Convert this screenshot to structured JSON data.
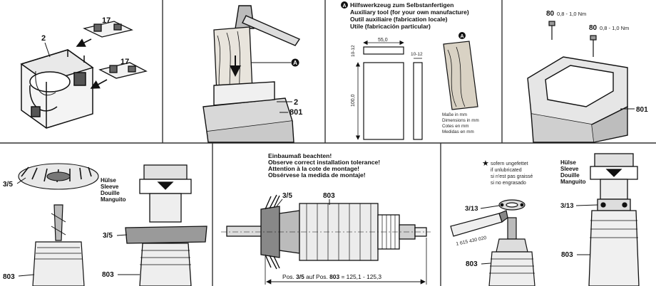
{
  "panels": {
    "stator_removal": {
      "label_stator": "2",
      "label_clip_top": "17",
      "label_clip_bottom": "17"
    },
    "stator_press": {
      "marker": "A",
      "label_stator": "2",
      "label_housing": "801"
    },
    "auxiliary_tool": {
      "marker": "A",
      "title_lines": [
        "Hilfswerkzeug zum Selbstanfertigen",
        "Auxiliary tool (for your own manufacture)",
        "Outil auxiliaire (fabrication locale)",
        "Utile (fabricación particular)"
      ],
      "dim_width": "55,0",
      "dim_thickness_left": "10-12",
      "dim_thickness_right": "10-12",
      "dim_height": "100,0",
      "units_lines": [
        "Maße in mm",
        "Dimensions in mm",
        "Cotes en mm",
        "Medidas en mm"
      ],
      "tool_marker": "A"
    },
    "screws": {
      "screw_1_id": "80",
      "screw_1_torque": "0,8 - 1,0 Nm",
      "screw_2_id": "80",
      "screw_2_torque": "0,8 - 1,0 Nm",
      "label_housing": "801"
    },
    "fan_install": {
      "label_fan_top": "3/5",
      "sleeve_lines": [
        "Hülse",
        "Sleeve",
        "Douille",
        "Manguito"
      ],
      "label_fan_bottom": "3/5",
      "label_armature_left": "803",
      "label_armature_right": "803"
    },
    "tolerance": {
      "title_lines": [
        "Einbaumaß beachten!",
        "Observe correct installation tolerance!",
        "Attention à la cote de montage!",
        "Obsérvese la medida de montaje!"
      ],
      "label_fan": "3/5",
      "label_armature": "803",
      "measure_prefix": "Pos.",
      "measure_pos_1": "3/5",
      "measure_mid": "auf Pos.",
      "measure_pos_2": "803",
      "measure_value": "= 125,1 - 125,3"
    },
    "bearing_install": {
      "star": "★",
      "note_lines": [
        "sofern ungefettet",
        "if unlubricated",
        "si n'est pas graissé",
        "si no engrasado"
      ],
      "label_bearing": "3/13",
      "grease_code": "1 615 430 020",
      "label_armature": "803",
      "sleeve_lines": [
        "Hülse",
        "Sleeve",
        "Douille",
        "Manguito"
      ],
      "label_bearing_right": "3/13",
      "label_armature_right": "803"
    }
  }
}
